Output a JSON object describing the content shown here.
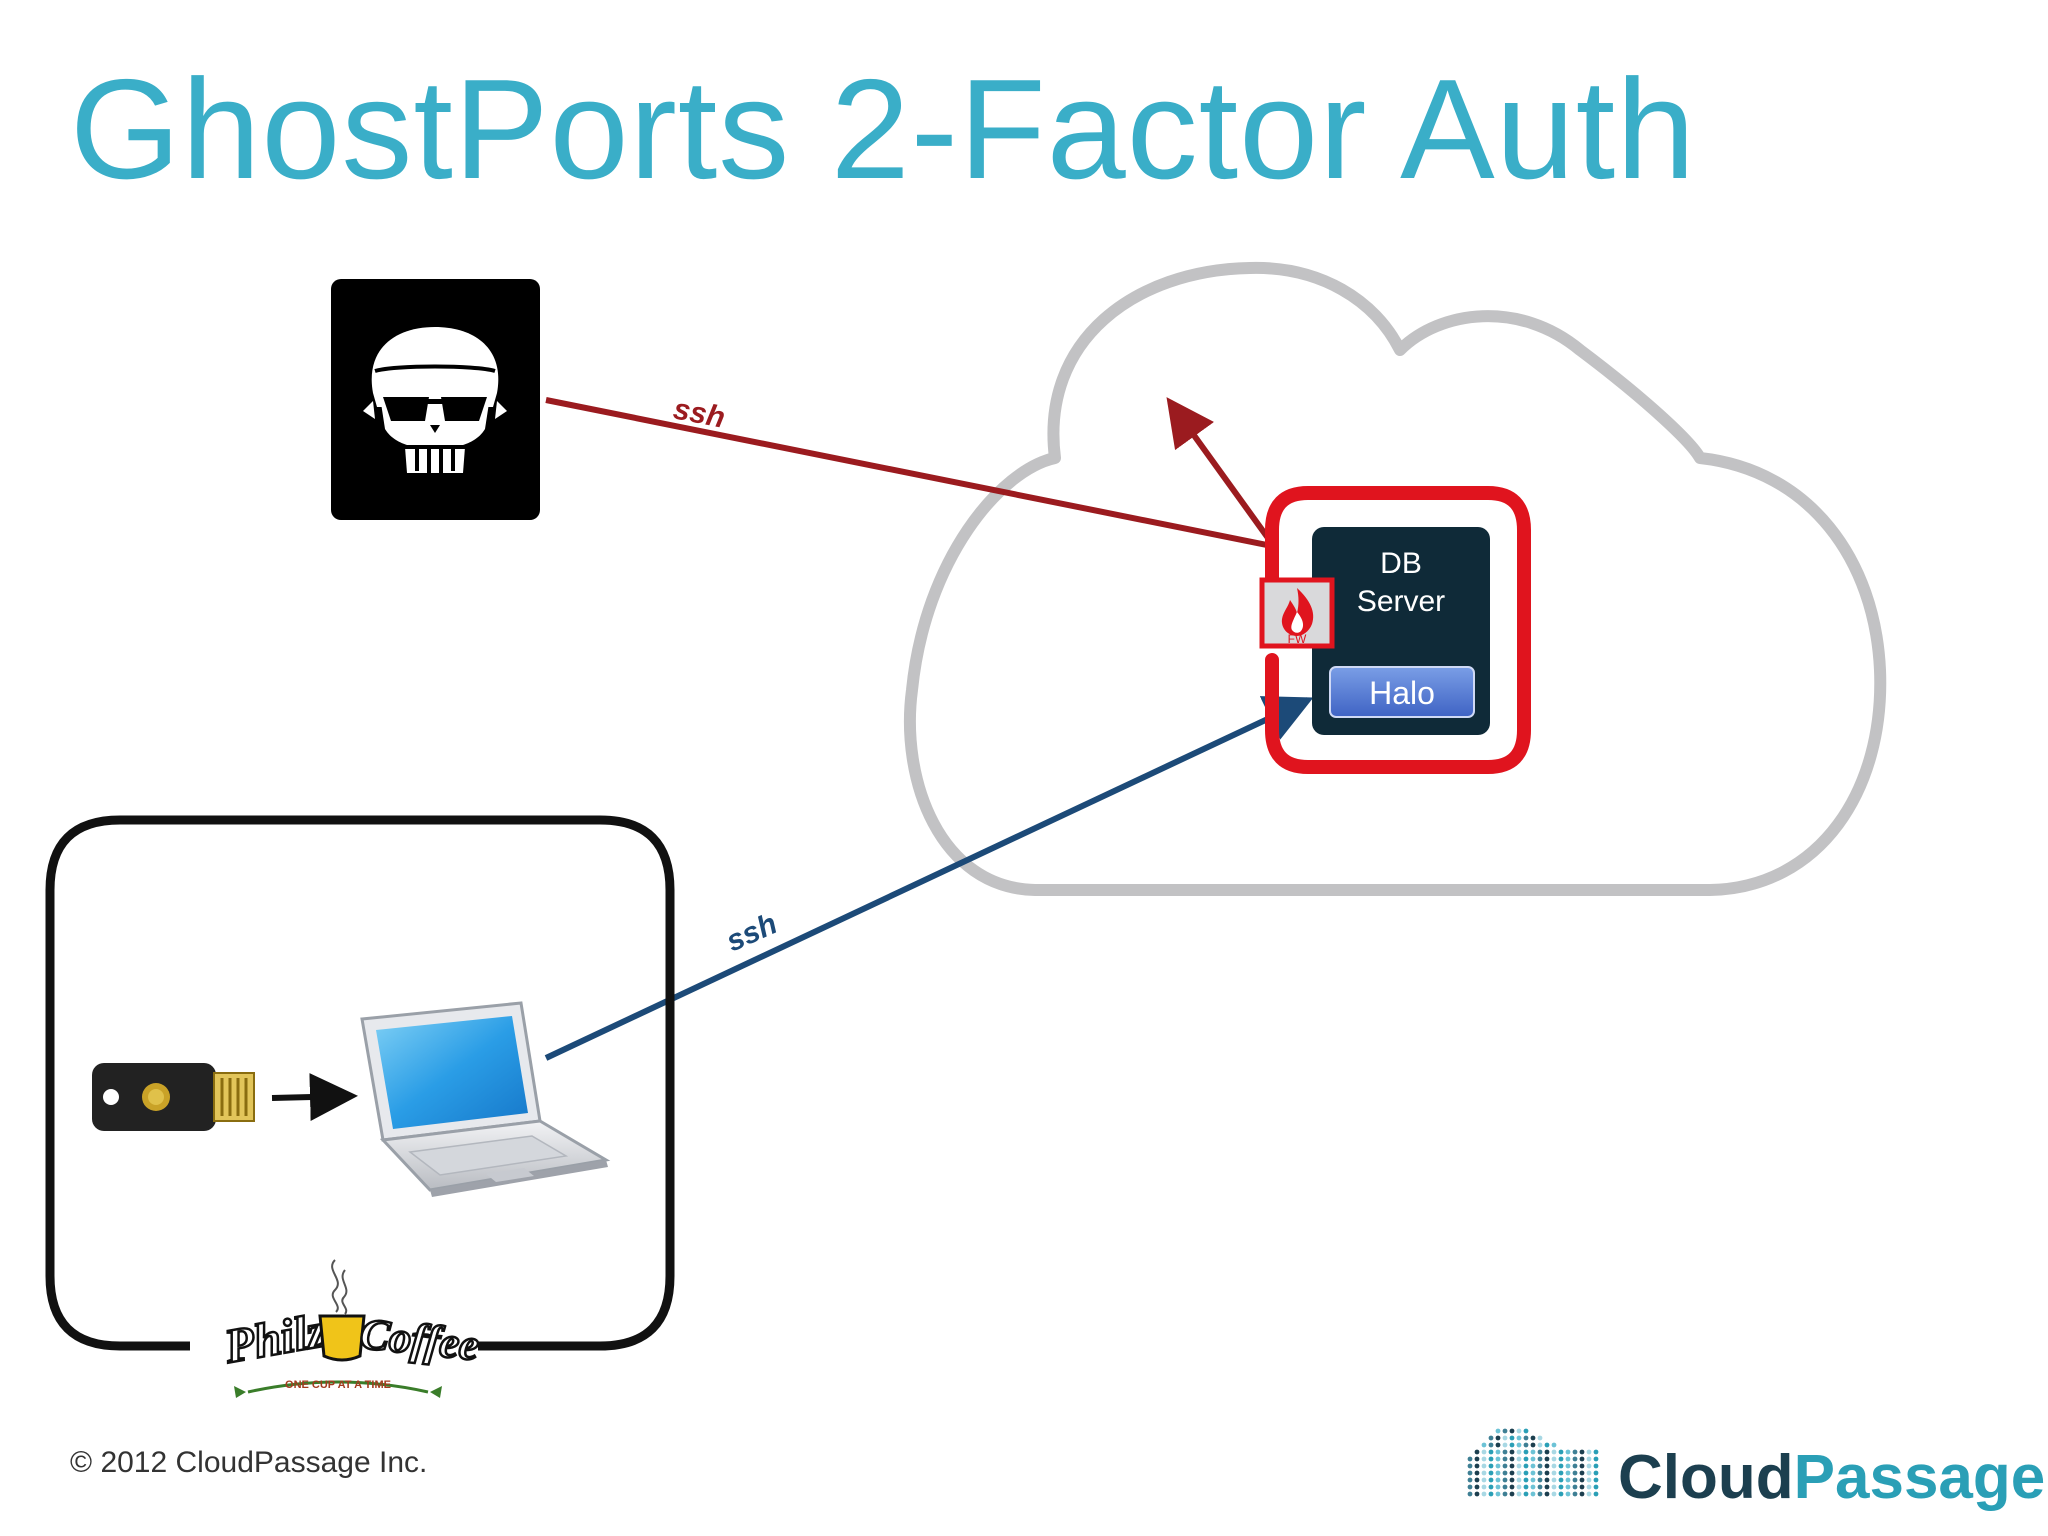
{
  "slide": {
    "title": "GhostPorts 2-Factor Auth",
    "copyright": "© 2012 CloudPassage Inc."
  },
  "diagram": {
    "attacker_connection_label": "ssh",
    "user_connection_label": "ssh",
    "server": {
      "line1": "DB",
      "line2": "Server",
      "agent_label": "Halo",
      "firewall_label": "FW"
    },
    "location_logo": {
      "brand_word1": "Philz",
      "brand_word2": "Coffee",
      "tagline": "ONE CUP AT A TIME"
    }
  },
  "branding": {
    "company_prefix": "Cloud",
    "company_suffix": "Passage"
  },
  "colors": {
    "title": "#3aaec8",
    "attacker_line": "#9b1b1f",
    "user_line": "#1c4a78",
    "firewall": "#e0141e",
    "server": "#0f2a38",
    "cloud_outline": "#c2c2c4",
    "brand_dark": "#1c3f4f",
    "brand_teal": "#2a9fb6"
  },
  "icons": {
    "attacker": "skull-sunglasses-icon",
    "usb_key": "usb-security-key-icon",
    "laptop": "laptop-icon",
    "firewall": "flame-icon"
  }
}
